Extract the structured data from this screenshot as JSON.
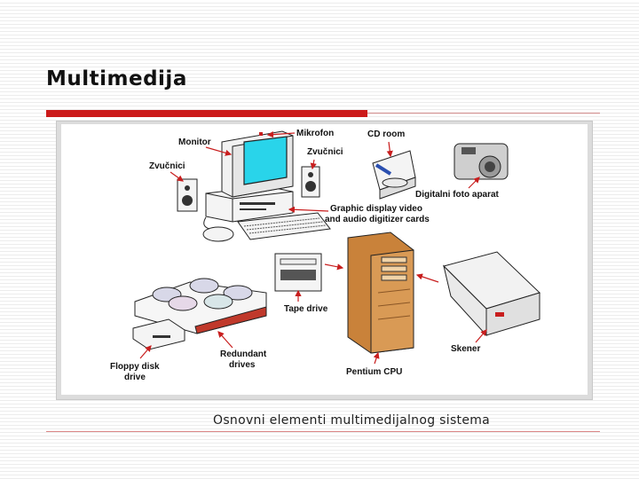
{
  "slide": {
    "title": "Multimedija",
    "caption": "Osnovni elementi multimedijalnog sistema"
  },
  "diagram": {
    "labels": {
      "monitor": "Monitor",
      "mikrofon": "Mikrofon",
      "zvucnici_left": "Zvučnici",
      "zvucnici_right": "Zvučnici",
      "cd_room": "CD room",
      "digitalni_foto_aparat": "Digitalni foto aparat",
      "graphic_line1": "Graphic display video",
      "graphic_line2": "and audio digitizer cards",
      "tape_drive": "Tape drive",
      "redundant_line1": "Redundant",
      "redundant_line2": "drives",
      "floppy_line1": "Floppy disk",
      "floppy_line2": "drive",
      "pentium_cpu": "Pentium CPU",
      "skener": "Skener"
    }
  },
  "colors": {
    "accent_red": "#cc1a1a",
    "monitor_screen": "#29d4ea",
    "arrow_red": "#c81e1e"
  }
}
